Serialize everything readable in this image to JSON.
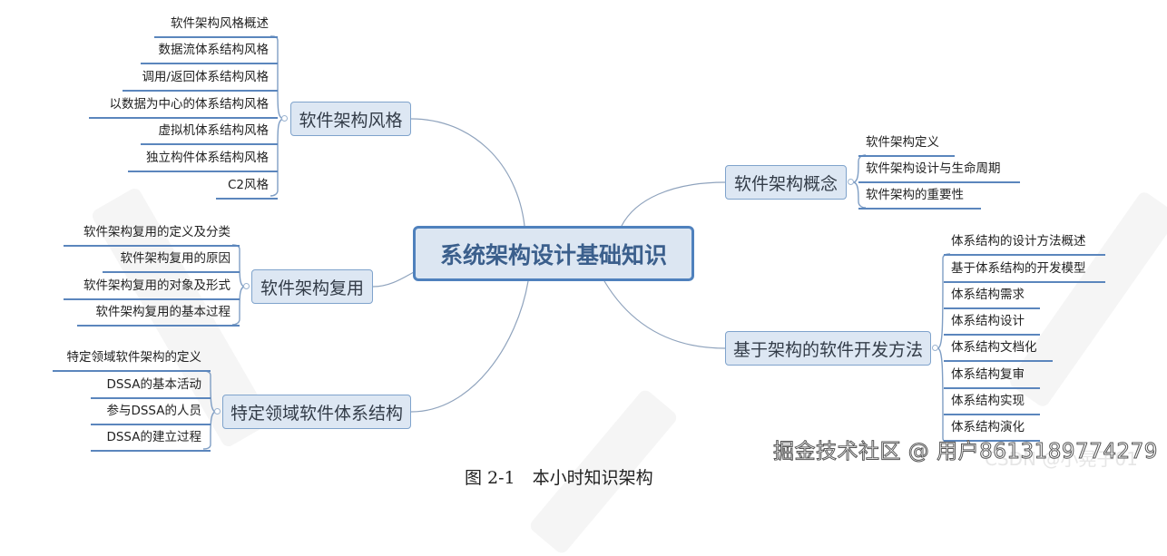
{
  "mindmap": {
    "root": "系统架构设计基础知识",
    "branches": [
      {
        "label": "软件架构风格",
        "side": "left",
        "children": [
          "软件架构风格概述",
          "数据流体系结构风格",
          "调用/返回体系结构风格",
          "以数据为中心的体系结构风格",
          "虚拟机体系结构风格",
          "独立构件体系结构风格",
          "C2风格"
        ]
      },
      {
        "label": "软件架构复用",
        "side": "left",
        "children": [
          "软件架构复用的定义及分类",
          "软件架构复用的原因",
          "软件架构复用的对象及形式",
          "软件架构复用的基本过程"
        ]
      },
      {
        "label": "特定领域软件体系结构",
        "side": "left",
        "children": [
          "特定领域软件架构的定义",
          "DSSA的基本活动",
          "参与DSSA的人员",
          "DSSA的建立过程"
        ]
      },
      {
        "label": "软件架构概念",
        "side": "right",
        "children": [
          "软件架构定义",
          "软件架构设计与生命周期",
          "软件架构的重要性"
        ]
      },
      {
        "label": "基于架构的软件开发方法",
        "side": "right",
        "children": [
          "体系结构的设计方法概述",
          "基于体系结构的开发模型",
          "体系结构需求",
          "体系结构设计",
          "体系结构文档化",
          "体系结构复审",
          "体系结构实现",
          "体系结构演化"
        ]
      }
    ]
  },
  "caption": "图 2-1　本小时知识架构",
  "watermarks": {
    "juejin": "掘金技术社区 @ 用户8613189774279",
    "csdn": "CSDN @小晃子01"
  },
  "colors": {
    "node_fill": "#dde7f3",
    "node_border": "#7fa3cc",
    "root_border": "#4f81bd",
    "root_text": "#3b5f8c",
    "leaf_underline": "#5b86bd",
    "connector": "#8fa3bd"
  }
}
